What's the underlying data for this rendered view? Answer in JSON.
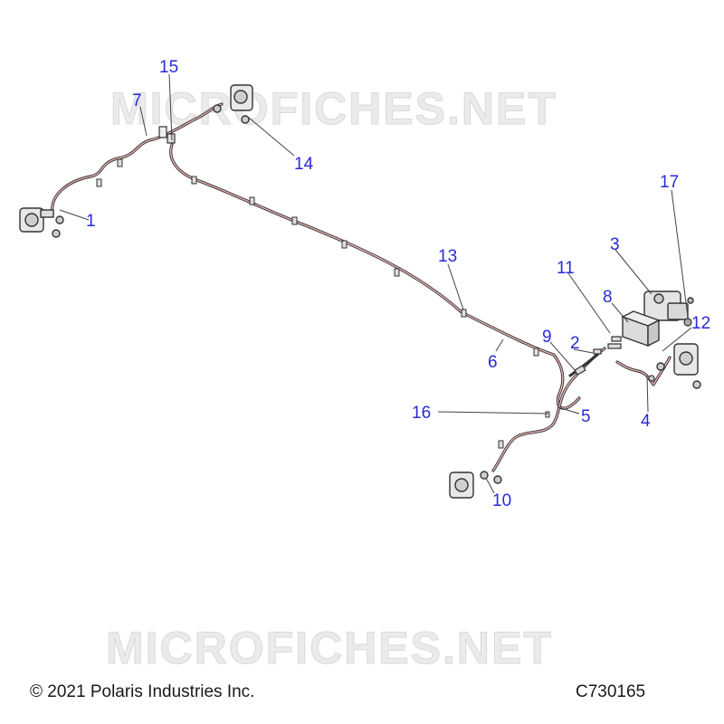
{
  "watermark": "MICROFICHES.NET",
  "callouts": [
    {
      "id": "1",
      "label": "1"
    },
    {
      "id": "2",
      "label": "2"
    },
    {
      "id": "3",
      "label": "3"
    },
    {
      "id": "4",
      "label": "4"
    },
    {
      "id": "5",
      "label": "5"
    },
    {
      "id": "6",
      "label": "6"
    },
    {
      "id": "7",
      "label": "7"
    },
    {
      "id": "8",
      "label": "8"
    },
    {
      "id": "9",
      "label": "9"
    },
    {
      "id": "10",
      "label": "10"
    },
    {
      "id": "11",
      "label": "11"
    },
    {
      "id": "12",
      "label": "12"
    },
    {
      "id": "13",
      "label": "13"
    },
    {
      "id": "14",
      "label": "14"
    },
    {
      "id": "15",
      "label": "15"
    },
    {
      "id": "16",
      "label": "16"
    },
    {
      "id": "17",
      "label": "17"
    }
  ],
  "footer": {
    "copyright": "© 2021 Polaris Industries Inc.",
    "code": "C730165"
  },
  "colors": {
    "callout": "#2a2ad8",
    "brake_line": "#b46e6e",
    "part_outline": "#333333"
  }
}
